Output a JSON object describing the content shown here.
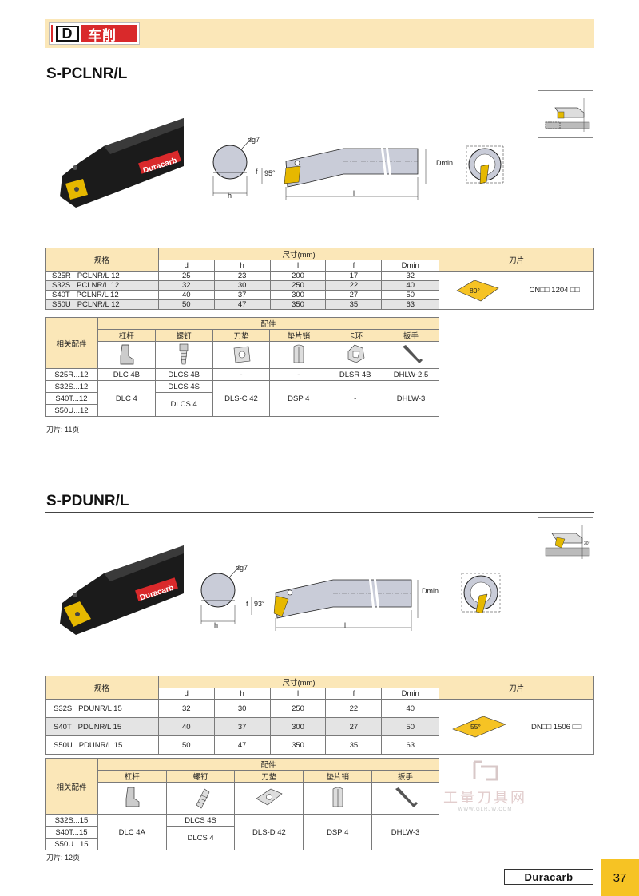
{
  "header": {
    "section": "车削",
    "logo_letter": "D"
  },
  "sections": [
    {
      "title": "S-PCLNR/L",
      "drawing": {
        "dg7": "dg7",
        "h": "h",
        "f": "f",
        "angle": "95°",
        "l": "l",
        "dmin": "Dmin"
      },
      "spec": {
        "label": "规格",
        "dim_label": "尺寸(mm)",
        "insert_label": "刀片",
        "columns": [
          "d",
          "h",
          "l",
          "f",
          "Dmin"
        ],
        "rows": [
          {
            "model": "S25R",
            "code": "PCLNR/L 12",
            "values": [
              "25",
              "23",
              "200",
              "17",
              "32"
            ]
          },
          {
            "model": "S32S",
            "code": "PCLNR/L 12",
            "values": [
              "32",
              "30",
              "250",
              "22",
              "40"
            ]
          },
          {
            "model": "S40T",
            "code": "PCLNR/L 12",
            "values": [
              "40",
              "37",
              "300",
              "27",
              "50"
            ]
          },
          {
            "model": "S50U",
            "code": "PCLNR/L 12",
            "values": [
              "50",
              "47",
              "350",
              "35",
              "63"
            ]
          }
        ],
        "insert_angle": "80°",
        "insert_code": "CN□□ 1204 □□"
      },
      "parts": {
        "label": "相关配件",
        "group_label": "配件",
        "columns": [
          "杠杆",
          "螺钉",
          "刀垫",
          "垫片销",
          "卡环",
          "扳手"
        ],
        "rows": [
          "S25R...12",
          "S32S...12",
          "S40T...12",
          "S50U...12"
        ],
        "r1": [
          "DLC 4B",
          "DLCS 4B",
          "-",
          "-",
          "DLSR 4B",
          "DHLW-2.5"
        ],
        "lever_rest": "DLC 4",
        "screw_a": "DLCS 4S",
        "screw_b": "DLCS 4",
        "shim_rest": "DLS-C 42",
        "pin_rest": "DSP 4",
        "ring_rest": "-",
        "wrench_rest": "DHLW-3"
      },
      "note": "刀片: 11页",
      "brand": "Duracarb"
    },
    {
      "title": "S-PDUNR/L",
      "drawing": {
        "dg7": "dg7",
        "h": "h",
        "f": "f",
        "angle": "93°",
        "l": "l",
        "dmin": "Dmin",
        "side_angle": "30°"
      },
      "spec": {
        "label": "规格",
        "dim_label": "尺寸(mm)",
        "insert_label": "刀片",
        "columns": [
          "d",
          "h",
          "l",
          "f",
          "Dmin"
        ],
        "rows": [
          {
            "model": "S32S",
            "code": "PDUNR/L 15",
            "values": [
              "32",
              "30",
              "250",
              "22",
              "40"
            ]
          },
          {
            "model": "S40T",
            "code": "PDUNR/L 15",
            "values": [
              "40",
              "37",
              "300",
              "27",
              "50"
            ]
          },
          {
            "model": "S50U",
            "code": "PDUNR/L 15",
            "values": [
              "50",
              "47",
              "350",
              "35",
              "63"
            ]
          }
        ],
        "insert_angle": "55°",
        "insert_code": "DN□□ 1506 □□"
      },
      "parts": {
        "label": "相关配件",
        "group_label": "配件",
        "columns": [
          "杠杆",
          "螺钉",
          "刀垫",
          "垫片销",
          "扳手"
        ],
        "rows": [
          "S32S...15",
          "S40T...15",
          "S50U...15"
        ],
        "lever": "DLC 4A",
        "screw_a": "DLCS 4S",
        "screw_b": "DLCS 4",
        "shim": "DLS-D 42",
        "pin": "DSP 4",
        "wrench": "DHLW-3"
      },
      "note": "刀片: 12页",
      "brand": "Duracarb"
    }
  ],
  "watermark": {
    "cn": "工量刀具网",
    "url": "WWW.GLRJW.COM"
  },
  "footer": {
    "brand": "Duracarb",
    "page": "37"
  }
}
